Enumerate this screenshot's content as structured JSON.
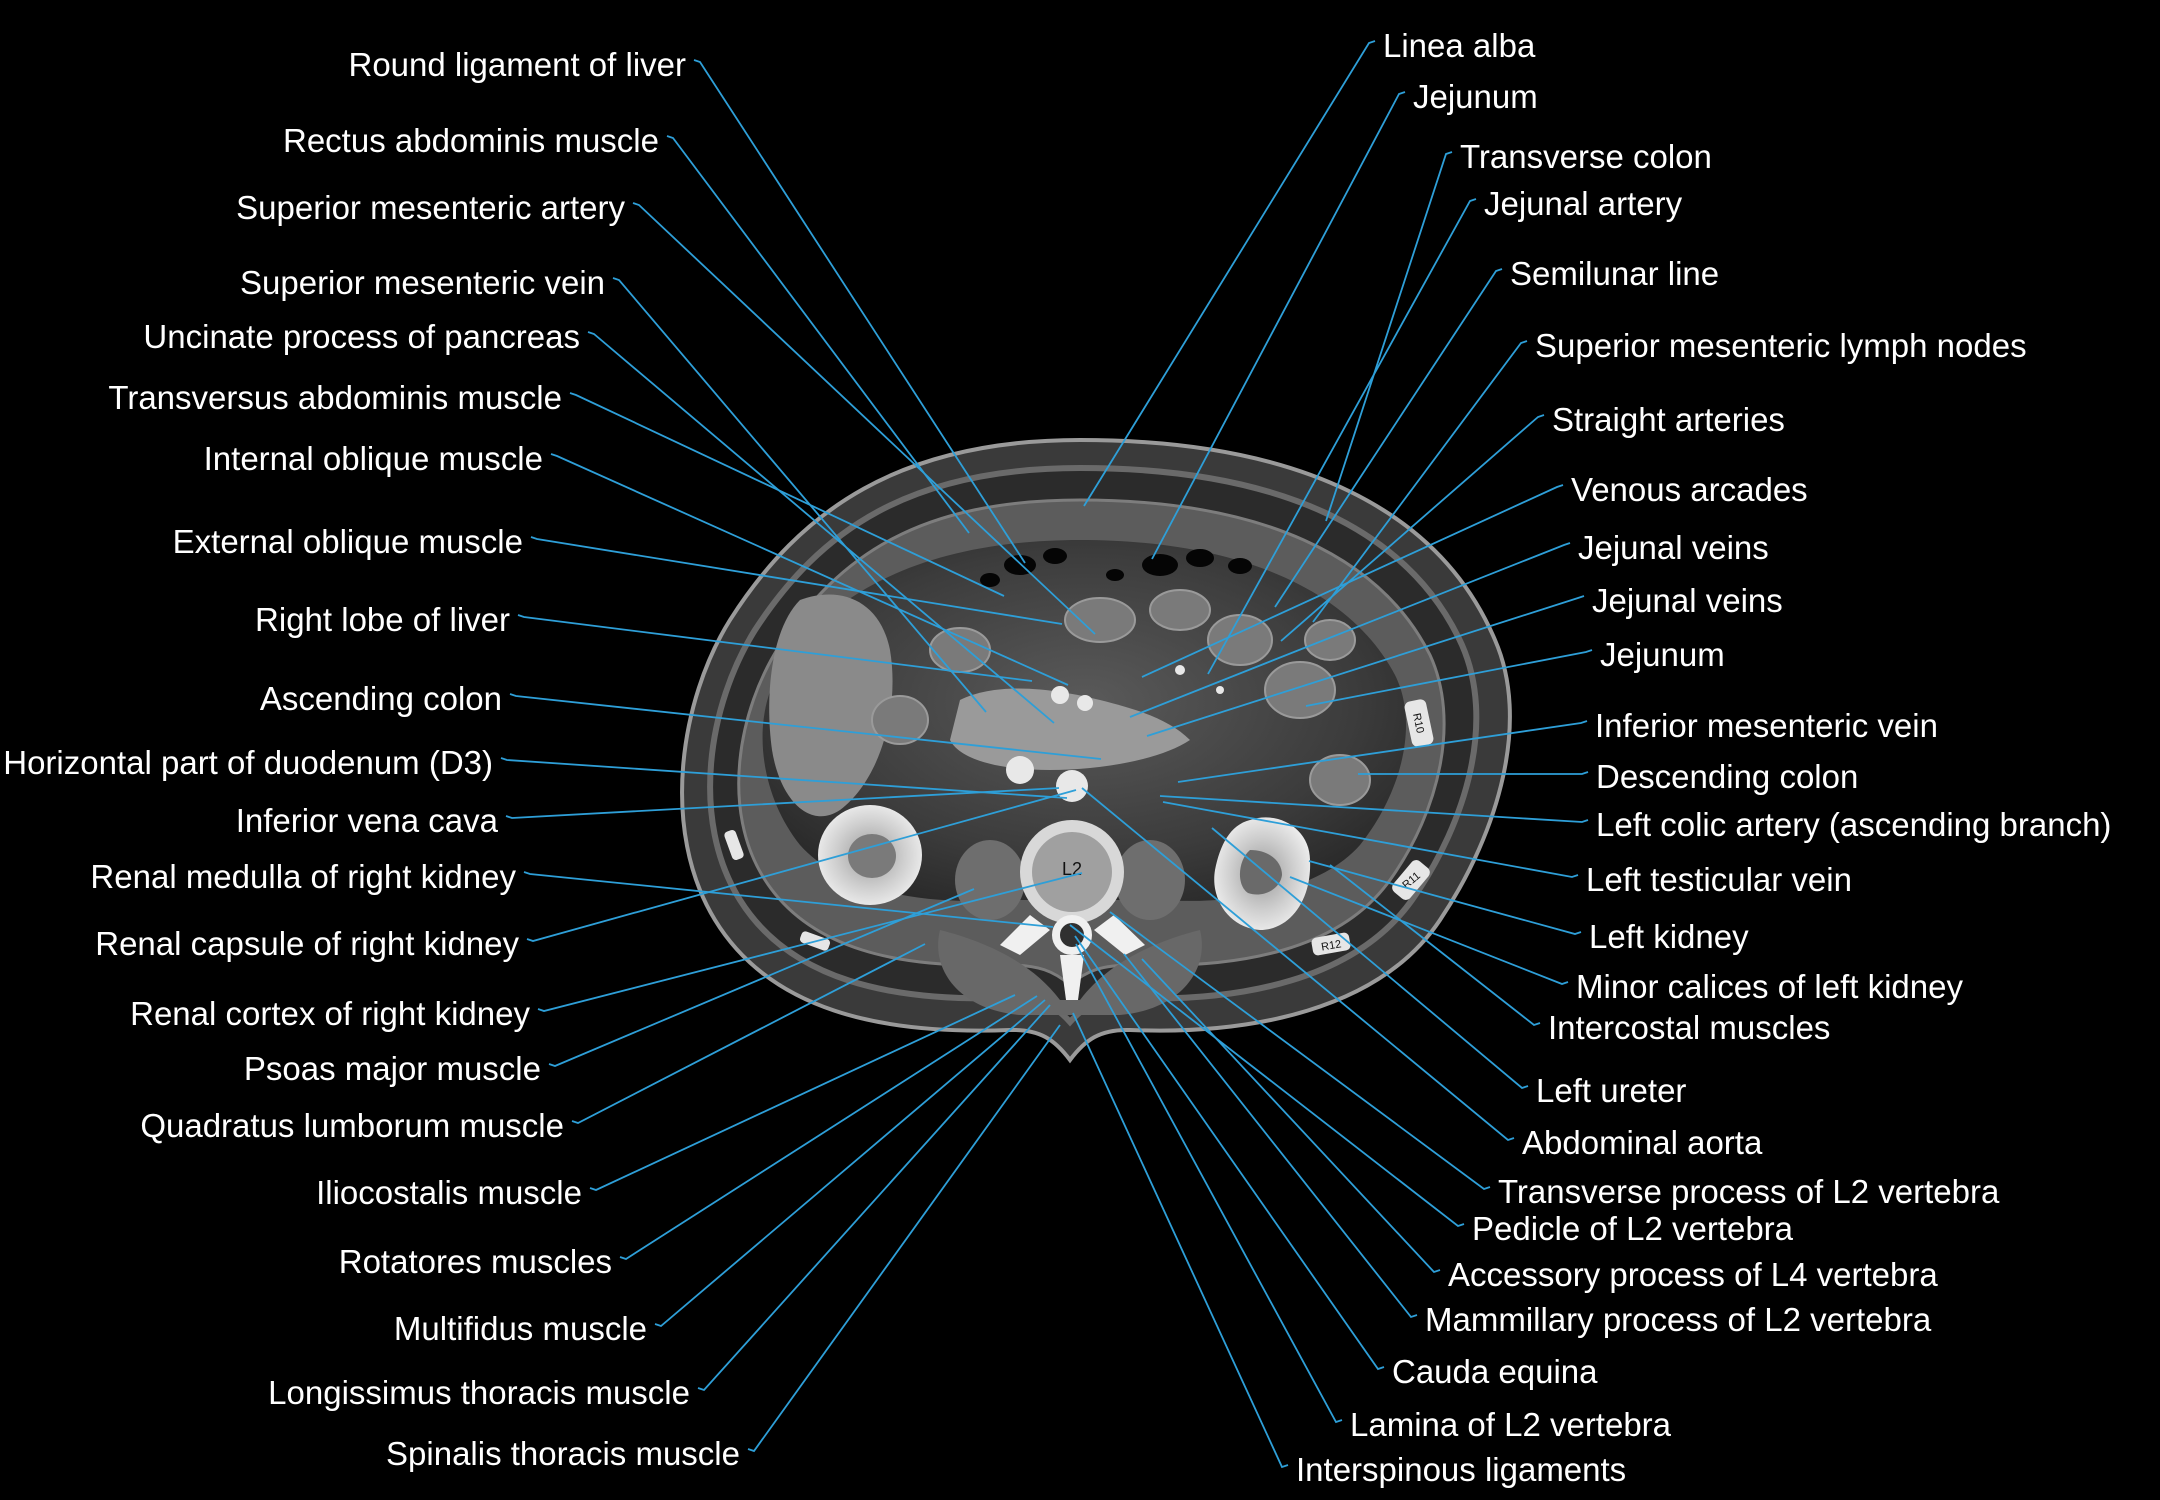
{
  "scan": {
    "vertebra_label": "L2",
    "rib_labels": [
      "R10",
      "R11",
      "R12"
    ]
  },
  "colors": {
    "background": "#000000",
    "label_text": "#ffffff",
    "leader_line": "#2e9fd8"
  },
  "labels_left": [
    "Round ligament of liver",
    "Rectus abdominis muscle",
    "Superior mesenteric artery",
    "Superior mesenteric vein",
    "Uncinate process of pancreas",
    "Transversus abdominis muscle",
    "Internal oblique muscle",
    "External oblique muscle",
    "Right lobe of liver",
    "Ascending colon",
    "Horizontal part of duodenum (D3)",
    "Inferior vena cava",
    "Renal medulla of right kidney",
    "Renal capsule of right kidney",
    "Renal cortex of right kidney",
    "Psoas major muscle",
    "Quadratus lumborum muscle",
    "Iliocostalis muscle",
    "Rotatores muscles",
    "Multifidus muscle",
    "Longissimus thoracis muscle",
    "Spinalis thoracis muscle"
  ],
  "labels_right": [
    "Linea alba",
    "Jejunum",
    "Transverse colon",
    "Jejunal artery",
    "Semilunar line",
    "Superior mesenteric lymph nodes",
    "Straight arteries",
    "Venous arcades",
    "Jejunal veins",
    "Jejunal veins",
    "Jejunum",
    "Inferior mesenteric vein",
    "Descending colon",
    "Left colic  artery (ascending  branch)",
    "Left testicular vein",
    "Left kidney",
    "Minor calices of left kidney",
    "Intercostal muscles",
    "Left ureter",
    "Abdominal aorta",
    "Transverse process of L2 vertebra",
    "Pedicle of L2 vertebra",
    "Accessory process of L4 vertebra",
    "Mammillary process of L2 vertebra",
    "Cauda equina",
    "Lamina of L2 vertebra",
    "Interspinous ligaments"
  ]
}
